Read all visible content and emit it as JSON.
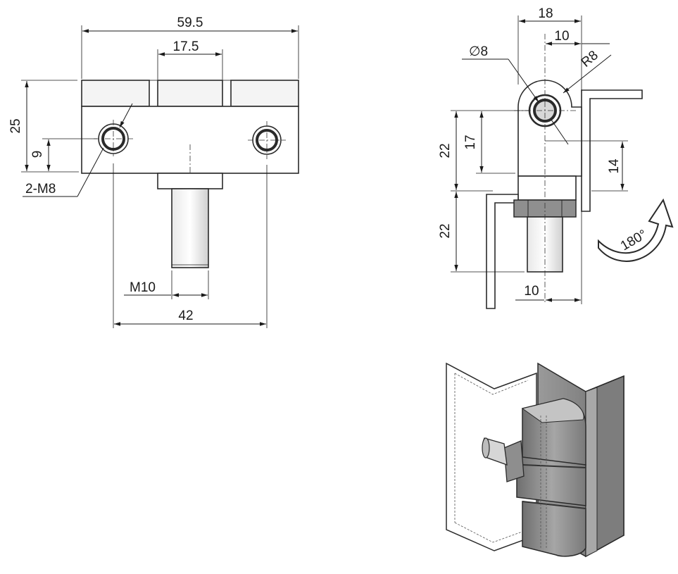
{
  "front_view": {
    "overall_width": "59.5",
    "center_knuckle_width": "17.5",
    "height": "25",
    "hole_offset": "9",
    "hole_callout": "2-M8",
    "stud_thread": "M10",
    "hole_spacing": "42"
  },
  "side_view": {
    "overall_width": "18",
    "half_width": "10",
    "pin_diameter": "∅8",
    "knuckle_radius": "R8",
    "upper_height": "22",
    "pin_height": "17",
    "leaf_offset": "14",
    "lower_height": "22",
    "stud_offset": "10",
    "rotation": "180°"
  },
  "colors": {
    "line": "#1a1a1a",
    "metal_light": "#b8b8b8",
    "metal_mid": "#8a8a8a",
    "metal_dark": "#555555"
  },
  "icons": {
    "rotation_arrow": "curved-arrow-icon"
  }
}
